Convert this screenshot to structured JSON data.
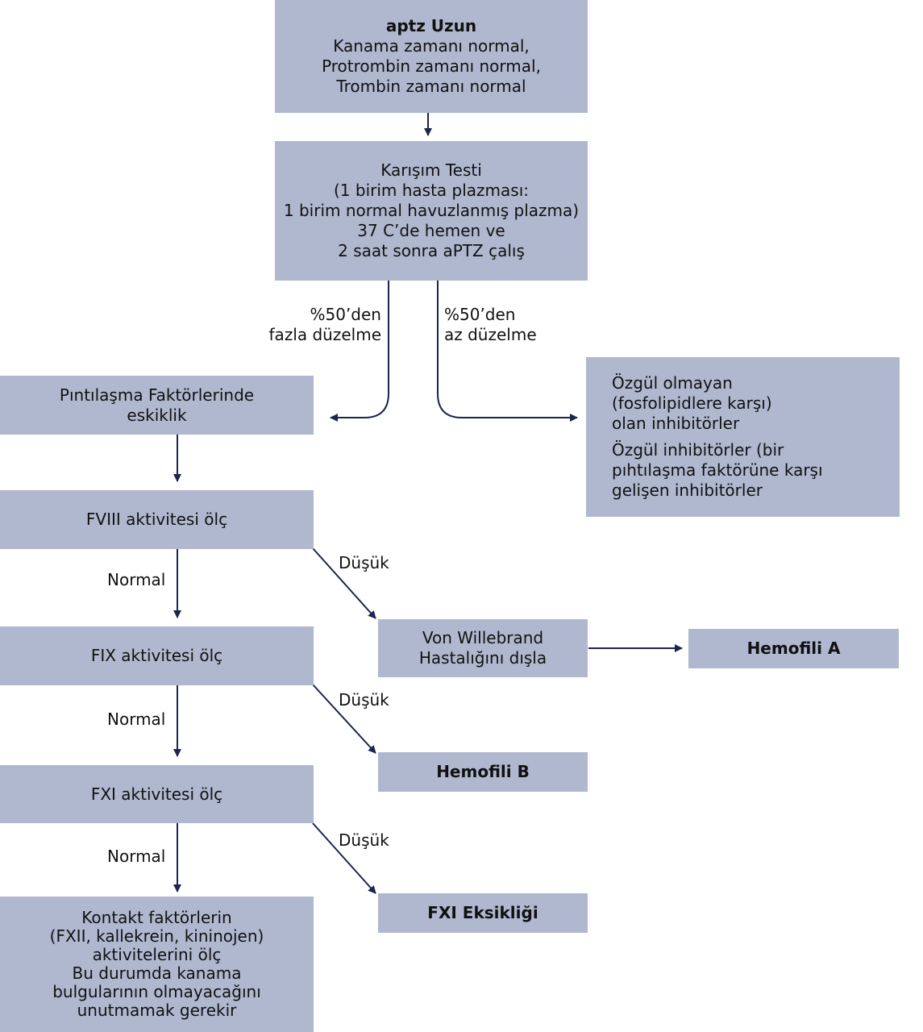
{
  "boxes": {
    "aptz": {
      "title": "aptz Uzun",
      "lines": [
        "Kanama zamanı normal,",
        "Protrombin zamanı normal,",
        "Trombin zamanı normal"
      ]
    },
    "karisim": {
      "lines": [
        "Karışım Testi",
        "(1 birim hasta plazması:",
        "1 birim normal havuzlanmış plazma)",
        "37 C’de hemen ve",
        "2 saat sonra aPTZ çalış"
      ]
    },
    "eksiklik": {
      "lines": [
        "Pıntılaşma Faktörlerinde",
        "eskiklik"
      ]
    },
    "inhibitor": {
      "lines": [
        "Özgül olmayan",
        "(fosfolipidlere karşı)",
        "olan inhibitörler"
      ],
      "lines2": [
        "Özgül inhibitörler (bir",
        "pıhtılaşma faktörüne karşı",
        "gelişen inhibitörler"
      ]
    },
    "fviii": {
      "text": "FVIII aktivitesi ölç"
    },
    "fix": {
      "text": "FIX aktivitesi ölç"
    },
    "fxi": {
      "text": "FXI aktivitesi ölç"
    },
    "vwd": {
      "lines": [
        "Von Willebrand",
        "Hastalığını dışla"
      ]
    },
    "hemofili_a": {
      "text": "Hemofili A"
    },
    "hemofili_b": {
      "text": "Hemofili B"
    },
    "fxi_eksikligi": {
      "text": "FXI Eksikliği"
    },
    "kontakt": {
      "lines": [
        "Kontakt faktörlerin",
        "(FXII, kallekrein, kininojen)",
        "aktivitelerini ölç",
        "Bu durumda kanama",
        "bulgularının olmayacağını",
        "unutmamak gerekir"
      ]
    }
  },
  "labels": {
    "fazla": [
      "%50’den",
      "fazla düzelme"
    ],
    "az": [
      "%50’den",
      "az düzelme"
    ],
    "dusuk": "Düşük",
    "normal": "Normal"
  },
  "colors": {
    "box": "#b0b8cf",
    "arrow": "#1c2450"
  }
}
